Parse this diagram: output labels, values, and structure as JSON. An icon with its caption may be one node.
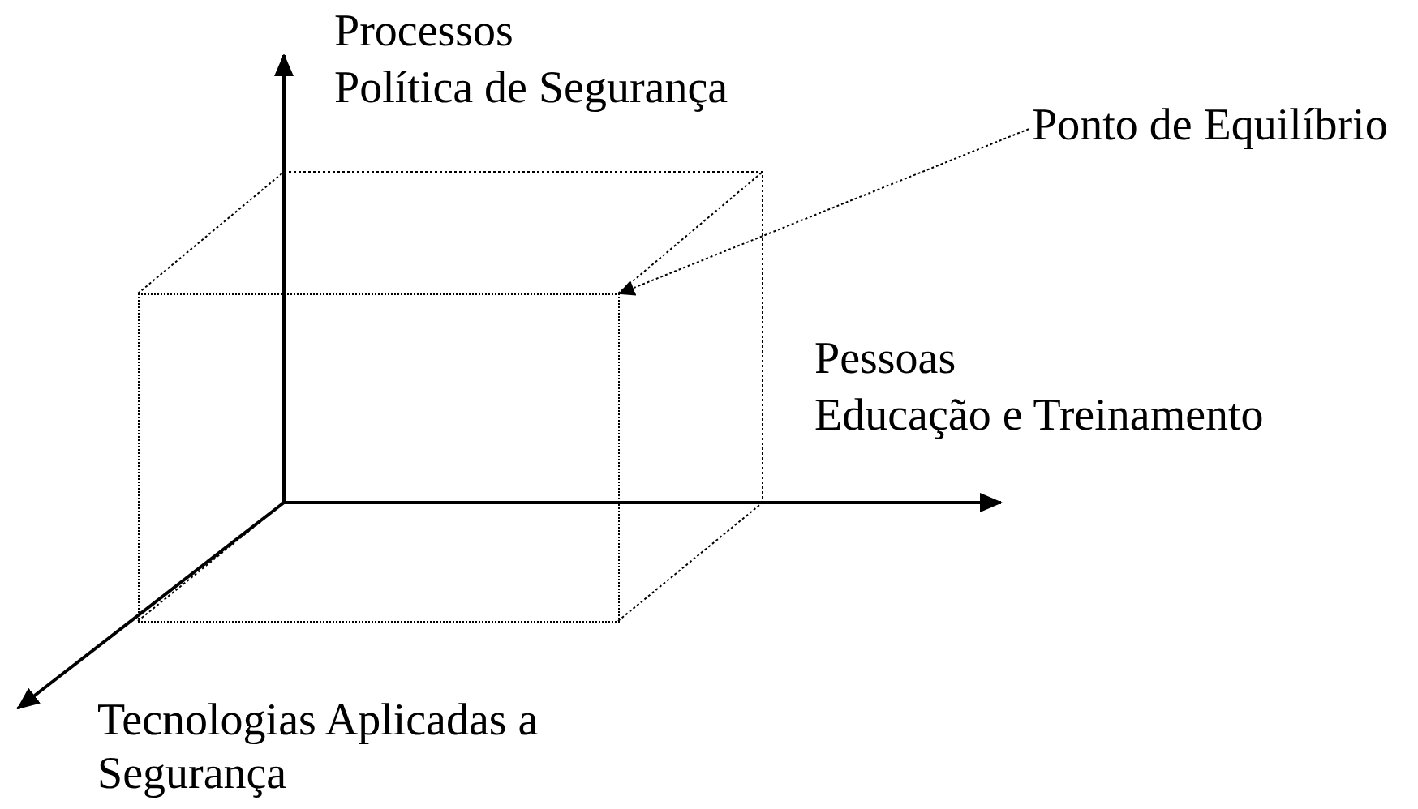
{
  "diagram": {
    "nodes": [
      {
        "text": [
          "Ponto de Equilíbrio"
        ]
      },
      {
        "text": [],
        "shape": "box"
      }
    ],
    "edges": [
      {
        "from": 0,
        "to": 1,
        "arrow": "to"
      }
    ],
    "labels": [
      "Processos",
      "Política de Segurança",
      "Pessoas",
      "Educação e Treinamento",
      "Tecnologias Aplicadas a Segurança"
    ]
  }
}
